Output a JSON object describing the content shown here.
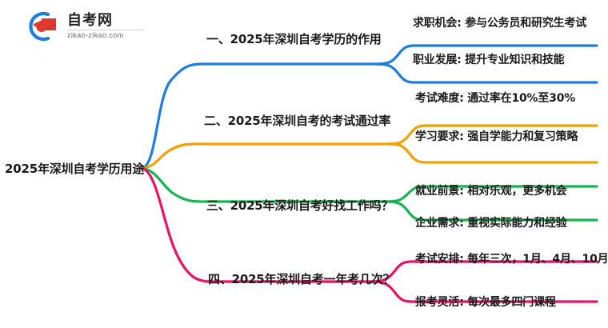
{
  "logo": {
    "title": "自考网",
    "subtitle": "zikao-zikao.com",
    "mark_icon": "graduation-cap-icon",
    "arc_color": "#1a7ee0",
    "cap_color": "#e03a2f"
  },
  "mindmap": {
    "root": {
      "label": "2025年深圳自考学历用途"
    },
    "branches": [
      {
        "index": 1,
        "label": "一、2025年深圳自考学历的作用",
        "color": "#1a7ee0",
        "color_name": "blue",
        "leaves": [
          {
            "label": "求职机会: 参与公务员和研究生考试"
          },
          {
            "label": "职业发展: 提升专业知识和技能"
          }
        ]
      },
      {
        "index": 2,
        "label": "二、2025年深圳自考的考试通过率",
        "color": "#f2a003",
        "color_name": "orange",
        "leaves": [
          {
            "label": "考试难度: 通过率在10%至30%"
          },
          {
            "label": "学习要求: 强自学能力和复习策略"
          }
        ]
      },
      {
        "index": 3,
        "label": "三、2025年深圳自考好找工作吗？",
        "color": "#12b552",
        "color_name": "green",
        "leaves": [
          {
            "label": "就业前景: 相对乐观，更多机会"
          },
          {
            "label": "企业需求: 重视实际能力和经验"
          }
        ]
      },
      {
        "index": 4,
        "label": "四、2025年深圳自考一年考几次？",
        "color": "#ec1168",
        "color_name": "pink",
        "leaves": [
          {
            "label": "考试安排: 每年三次，1月、4月、10月"
          },
          {
            "label": "报考灵活: 每次最多四门课程"
          }
        ]
      }
    ]
  },
  "canvas": {
    "background": "#ffffff",
    "text_color": "#1a1a1a"
  }
}
